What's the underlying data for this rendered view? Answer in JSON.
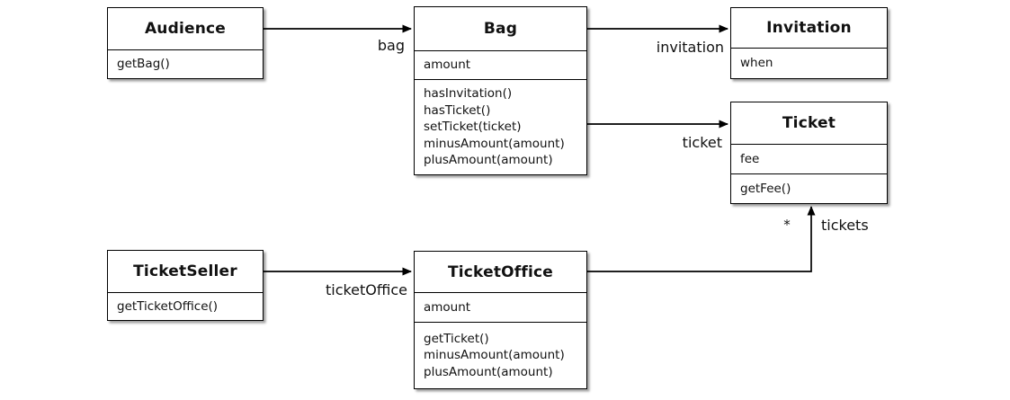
{
  "classes": {
    "audience": {
      "title": "Audience",
      "attributes": [],
      "methods": [
        "getBag()"
      ]
    },
    "bag": {
      "title": "Bag",
      "attributes": [
        "amount"
      ],
      "methods": [
        "hasInvitation()",
        "hasTicket()",
        "setTicket(ticket)",
        "minusAmount(amount)",
        "plusAmount(amount)"
      ]
    },
    "invitation": {
      "title": "Invitation",
      "attributes": [
        "when"
      ],
      "methods": []
    },
    "ticket": {
      "title": "Ticket",
      "attributes": [
        "fee"
      ],
      "methods": [
        "getFee()"
      ]
    },
    "ticket_seller": {
      "title": "TicketSeller",
      "attributes": [],
      "methods": [
        "getTicketOffice()"
      ]
    },
    "ticket_office": {
      "title": "TicketOffice",
      "attributes": [
        "amount"
      ],
      "methods": [
        "getTicket()",
        "minusAmount(amount)",
        "plusAmount(amount)"
      ]
    }
  },
  "associations": {
    "audience_to_bag": {
      "from": "Audience",
      "to": "Bag",
      "label": "bag"
    },
    "bag_to_invitation": {
      "from": "Bag",
      "to": "Invitation",
      "label": "invitation"
    },
    "bag_to_ticket": {
      "from": "Bag",
      "to": "Ticket",
      "label": "ticket"
    },
    "ticketseller_to_office": {
      "from": "TicketSeller",
      "to": "TicketOffice",
      "label": "ticketOffice"
    },
    "ticketoffice_to_ticket": {
      "from": "TicketOffice",
      "to": "Ticket",
      "label": "tickets",
      "multiplicity": "*"
    }
  },
  "colors": {
    "box_fill": "#ffffff",
    "box_border": "#000000",
    "line": "#000000",
    "text": "#111111",
    "background": "#ffffff"
  }
}
